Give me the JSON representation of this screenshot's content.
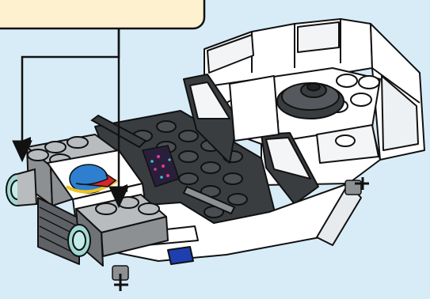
{
  "figure": {
    "type": "assembly-instruction-illustration",
    "subject": "lego-space-vehicle-chassis",
    "callout_text": "",
    "arrow_count": 2
  },
  "colors": {
    "background": "#d8ecf8",
    "callout_fill": "#fdf1cf",
    "outline": "#111111",
    "white_part": "#ffffff",
    "light_gray_part": "#b9bcbf",
    "mid_gray_part": "#8d9093",
    "dark_gray_part": "#3a3d40",
    "trans_light_blue": "#9fd9d2",
    "logo_blue": "#2e7fd0",
    "logo_red": "#d7262c",
    "logo_yellow": "#f0c420",
    "blue_accent": "#1f3fb0"
  },
  "icons": {
    "classic_space_logo": "planet-with-orbit-logo"
  }
}
